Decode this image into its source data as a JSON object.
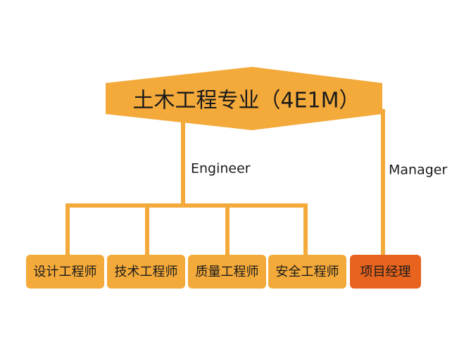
{
  "diagram": {
    "root": {
      "label": "土木工程专业（4E1M）"
    },
    "branches": {
      "engineer_label": "Engineer",
      "manager_label": "Manager"
    },
    "roles": [
      {
        "label": "设计工程师"
      },
      {
        "label": "技术工程师"
      },
      {
        "label": "质量工程师"
      },
      {
        "label": "安全工程师"
      },
      {
        "label": "项目经理"
      }
    ]
  },
  "colors": {
    "primary": "#F4AA3A",
    "accent": "#E8641E",
    "text": "#1a1a1a",
    "background": "#ffffff"
  }
}
